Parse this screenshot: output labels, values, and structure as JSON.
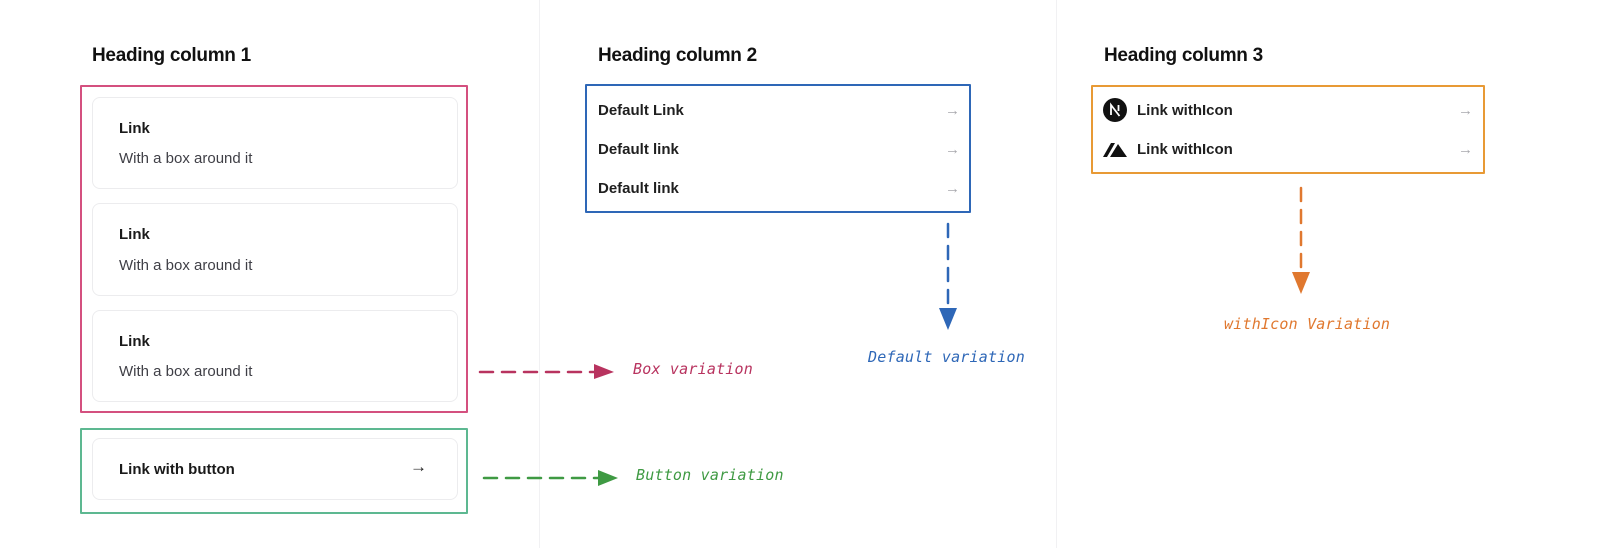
{
  "columns": [
    {
      "heading": "Heading column 1",
      "box_links": [
        {
          "title": "Link",
          "subtitle": "With a box around it"
        },
        {
          "title": "Link",
          "subtitle": "With a box around it"
        },
        {
          "title": "Link",
          "subtitle": "With a box around it"
        }
      ],
      "button_link": {
        "title": "Link with button",
        "icon": "arrow-right-icon",
        "glyph": "→"
      }
    },
    {
      "heading": "Heading column 2",
      "default_links": [
        {
          "label": "Default Link",
          "icon": "arrow-right-icon",
          "glyph": "→"
        },
        {
          "label": "Default link",
          "icon": "arrow-right-icon",
          "glyph": "→"
        },
        {
          "label": "Default link",
          "icon": "arrow-right-icon",
          "glyph": "→"
        }
      ]
    },
    {
      "heading": "Heading column 3",
      "icon_links": [
        {
          "label": "Link withIcon",
          "icon": "nextjs-logo-icon",
          "glyph": "→"
        },
        {
          "label": "Link withIcon",
          "icon": "mountain-logo-icon",
          "glyph": "→"
        }
      ]
    }
  ],
  "annotations": [
    {
      "label": "Box variation",
      "color": "#b8335f"
    },
    {
      "label": "Button variation",
      "color": "#3f9a43"
    },
    {
      "label": "Default variation",
      "color": "#2e67b7"
    },
    {
      "label": "withIcon Variation",
      "color": "#e0782f"
    }
  ],
  "colors": {
    "box_frame": "#d4507f",
    "button_frame": "#5db891",
    "default_frame": "#2e67b7",
    "icon_frame": "#e89a35"
  }
}
